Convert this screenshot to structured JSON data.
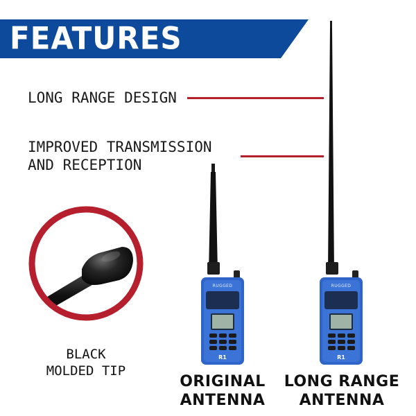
{
  "banner": {
    "title": "FEATURES",
    "color": "#0d4a9c"
  },
  "features": [
    {
      "line1": "LONG RANGE DESIGN",
      "line2": ""
    },
    {
      "line1": "IMPROVED TRANSMISSION",
      "line2": "AND RECEPTION"
    }
  ],
  "accent_color": "#b51f2e",
  "tip_callout": {
    "line1": "BLACK",
    "line2": "MOLDED TIP"
  },
  "radios": [
    {
      "brand": "RUGGED",
      "model": "R1",
      "caption_line1": "ORIGINAL",
      "caption_line2": "ANTENNA"
    },
    {
      "brand": "RUGGED",
      "model": "R1",
      "caption_line1": "LONG RANGE",
      "caption_line2": "ANTENNA"
    }
  ]
}
